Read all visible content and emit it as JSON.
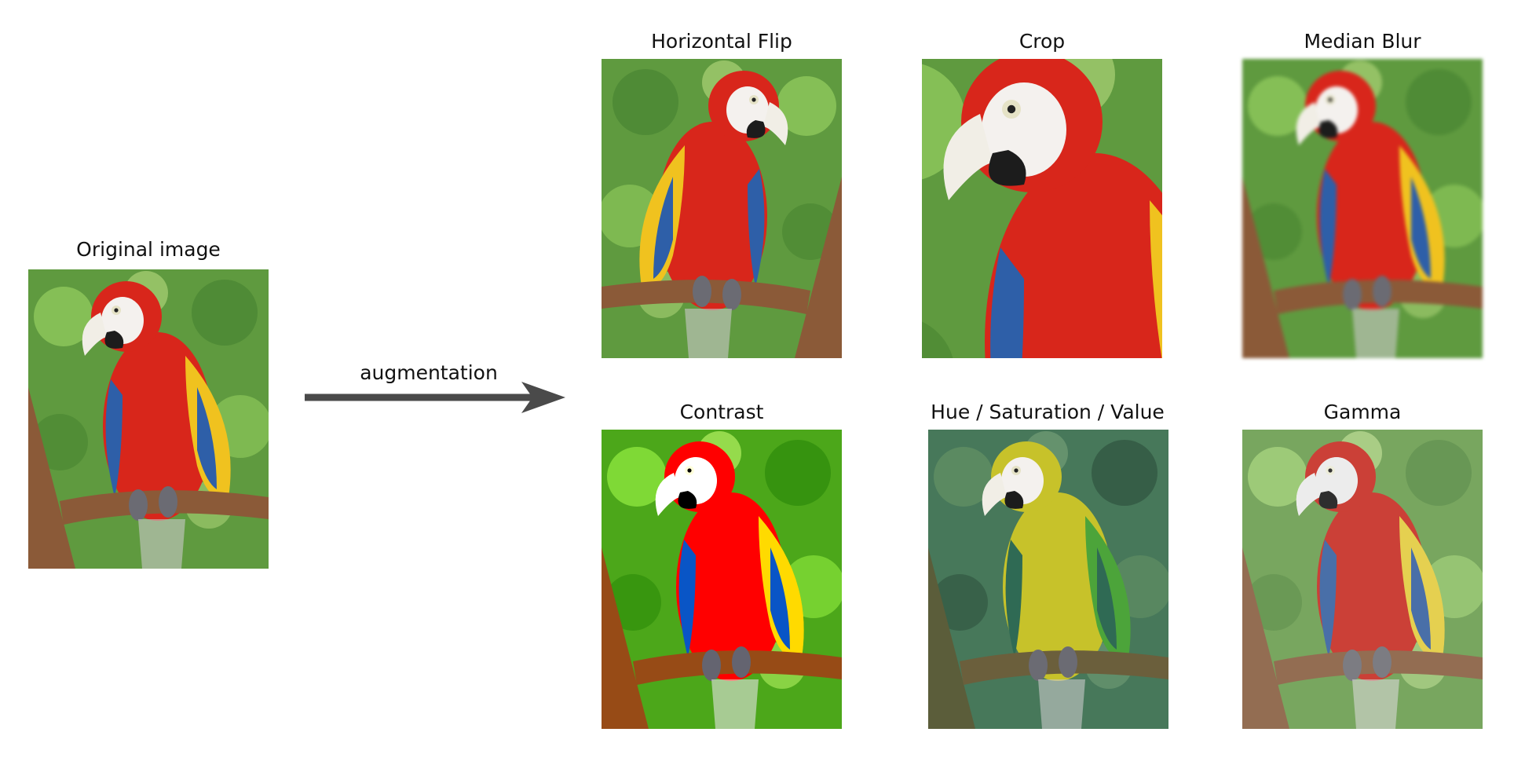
{
  "original": {
    "label": "Original image"
  },
  "arrow": {
    "label": "augmentation",
    "color": "#4a4a4a"
  },
  "augmentations": [
    {
      "label": "Horizontal Flip"
    },
    {
      "label": "Crop"
    },
    {
      "label": "Median Blur"
    },
    {
      "label": "Contrast"
    },
    {
      "label": "Hue / Saturation / Value"
    },
    {
      "label": "Gamma"
    }
  ],
  "colors": {
    "parrot_red": "#d8261b",
    "parrot_hsv_yellow": "#c7c22a",
    "foliage": "#5f9a3f",
    "branch": "#8b5a38",
    "wing_yellow": "#f0c21f",
    "wing_blue": "#2e5fa8"
  }
}
